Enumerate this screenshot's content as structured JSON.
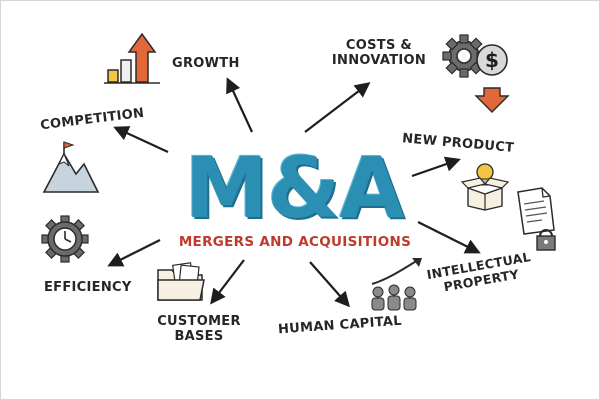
{
  "center": {
    "title": "M&A",
    "subtitle": "MERGERS AND ACQUISITIONS"
  },
  "nodes": {
    "growth": "GROWTH",
    "costs_line1": "COSTS &",
    "costs_line2": "INNOVATION",
    "competition": "COMPETITION",
    "new_product": "NEW PRODUCT",
    "efficiency": "EFFICIENCY",
    "intellectual_line1": "INTELLECTUAL",
    "intellectual_line2": "PROPERTY",
    "customer_line1": "CUSTOMER",
    "customer_line2": "BASES",
    "human_capital": "HUMAN CAPITAL"
  },
  "icons": {
    "growth": "bar-chart-up-arrow-icon",
    "costs": "gear-dollar-down-arrow-icon",
    "competition": "mountain-flag-icon",
    "new_product": "open-box-lightbulb-icon",
    "efficiency": "gear-clock-icon",
    "intellectual": "document-padlock-icon",
    "customer": "folder-documents-icon",
    "human_capital": "people-group-arrow-icon"
  },
  "colors": {
    "title": "#2a8fb3",
    "subtitle": "#c0392b",
    "accent": "#e2683a",
    "ink": "#262626"
  }
}
